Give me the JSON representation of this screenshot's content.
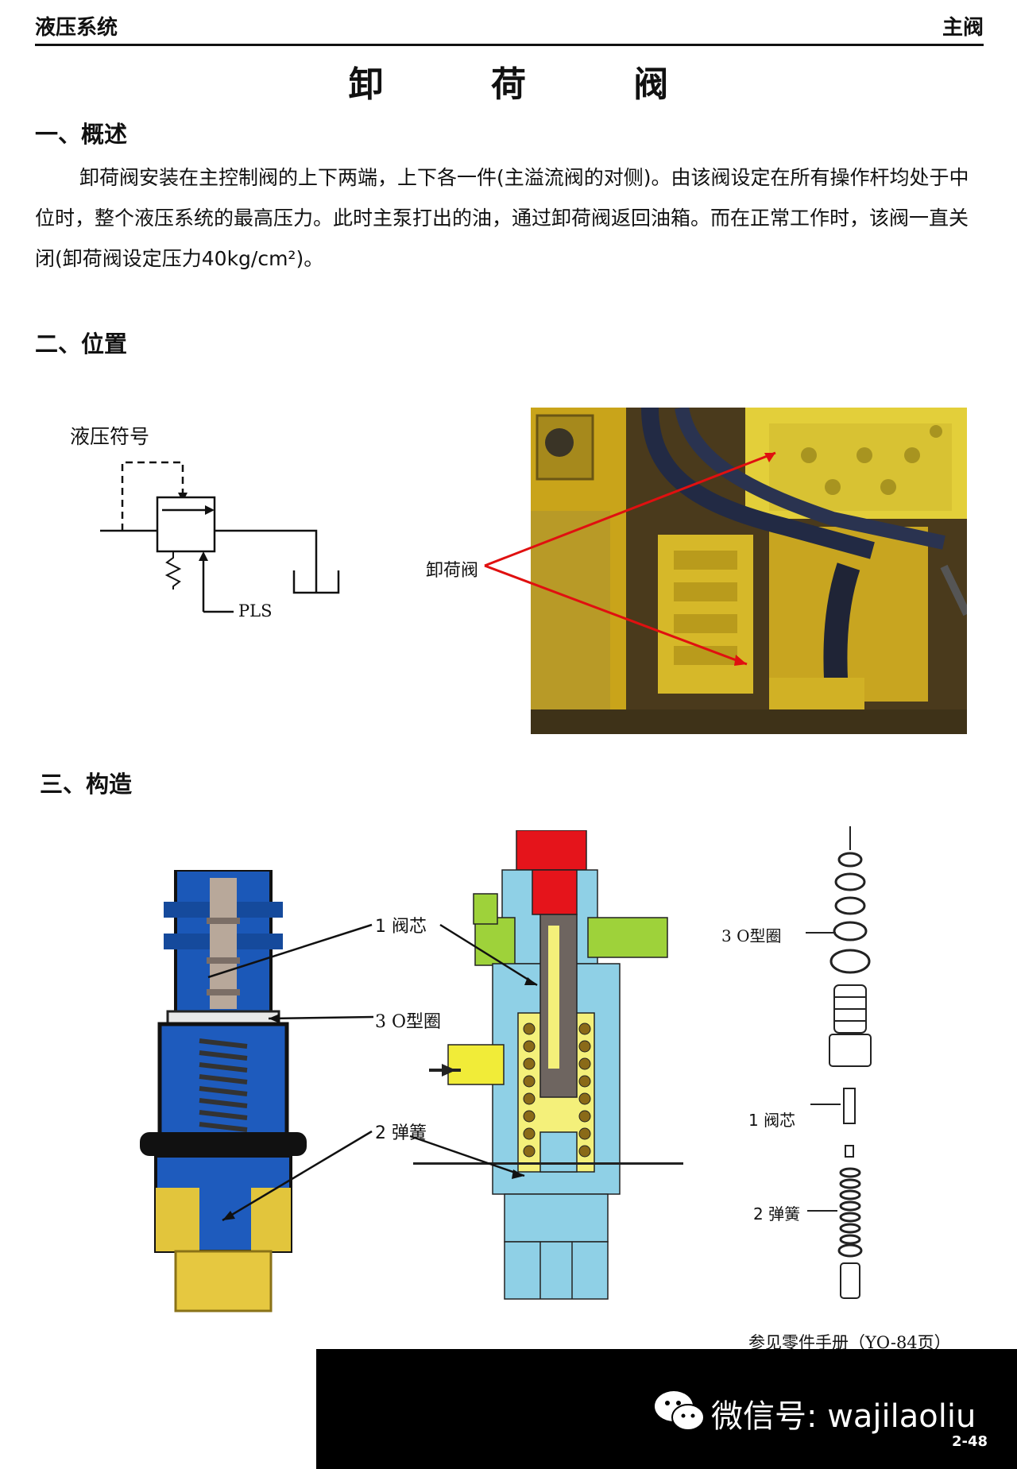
{
  "header": {
    "left": "液压系统",
    "right": "主阀"
  },
  "title": "卸 荷 阀",
  "sections": {
    "overview": {
      "heading": "一、概述",
      "body": "卸荷阀安装在主控制阀的上下两端，上下各一件(主溢流阀的对侧)。由该阀设定在所有操作杆均处于中位时，整个液压系统的最高压力。此时主泵打出的油，通过卸荷阀返回油箱。而在正常工作时，该阀一直关闭(卸荷阀设定压力40kg/cm²)。"
    },
    "position": {
      "heading": "二、位置",
      "symbol_label": "液压符号",
      "pls_label": "PLS",
      "photo_label": "卸荷阀"
    },
    "structure": {
      "heading": "三、构造",
      "part1": "1 阀芯",
      "part2": "2 弹簧",
      "part3": "3 O型圈",
      "ex_part3": "3 O型圈",
      "ex_part1": "1 阀芯",
      "ex_part2": "2 弹簧",
      "reference": "参见零件手册（YO-84页）"
    }
  },
  "watermark": {
    "text": "微信号: wajilaoliu",
    "page": "2-48"
  },
  "colors": {
    "valve_blue": "#8fd0e6",
    "spring_yellow": "#f4f07a",
    "port_green": "#9ed23a",
    "cap_red": "#e5141b",
    "port_yellow": "#f1ec38",
    "arrow_red": "#e01010"
  }
}
